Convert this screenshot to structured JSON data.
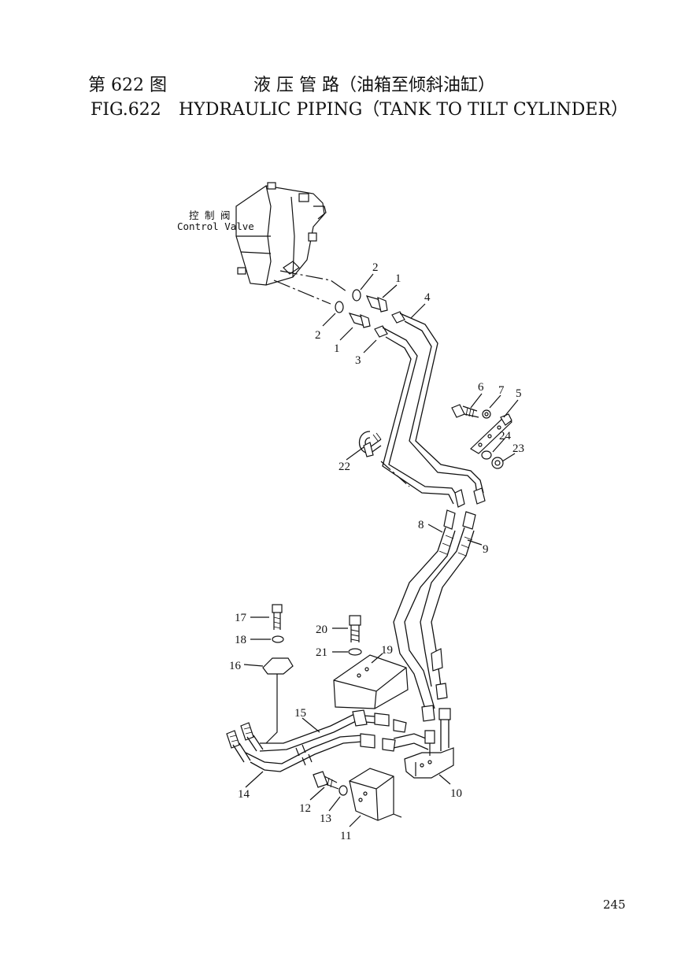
{
  "header": {
    "cn_fig": "第 622 图",
    "cn_title": "液  压  管  路（油箱至倾斜油缸）",
    "en_fig": "FIG.622",
    "en_title": "HYDRAULIC PIPING（TANK TO TILT    CYLINDER）"
  },
  "control_valve": {
    "cn": "控  制  阀",
    "en": "Control Valve"
  },
  "callouts": {
    "c1a": "1",
    "c1b": "1",
    "c2a": "2",
    "c2b": "2",
    "c3": "3",
    "c4": "4",
    "c5": "5",
    "c6": "6",
    "c7": "7",
    "c8": "8",
    "c9": "9",
    "c10": "10",
    "c11": "11",
    "c12": "12",
    "c13": "13",
    "c14": "14",
    "c15": "15",
    "c16": "16",
    "c17": "17",
    "c18": "18",
    "c19": "19",
    "c20": "20",
    "c21": "21",
    "c22": "22",
    "c23": "23",
    "c24": "24"
  },
  "page_number": "245"
}
